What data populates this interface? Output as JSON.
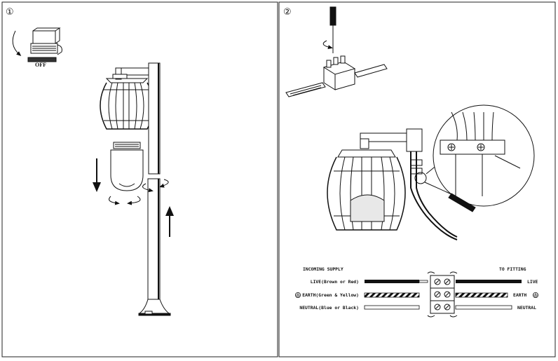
{
  "panels": [
    {
      "step": "①",
      "switch_label": "OFF"
    },
    {
      "step": "②"
    }
  ],
  "wiring": {
    "incoming_title": "INCOMING SUPPLY",
    "fitting_title": "TO FITTING",
    "rows": [
      {
        "left": "LIVE(Brown or Red)",
        "right": "LIVE"
      },
      {
        "left": "EARTH(Green & Yellow)",
        "right": "EARTH"
      },
      {
        "left": "NEUTRAL(Blue or Black)",
        "right": "NEUTRAL"
      }
    ]
  },
  "colors": {
    "line": "#1a1a1a",
    "background": "#ffffff"
  },
  "icons": [
    "earth-symbol-icon",
    "screwdriver-icon",
    "arrow-down-icon",
    "arrow-up-icon",
    "rotate-arrow-icon",
    "hand-switch-icon"
  ]
}
